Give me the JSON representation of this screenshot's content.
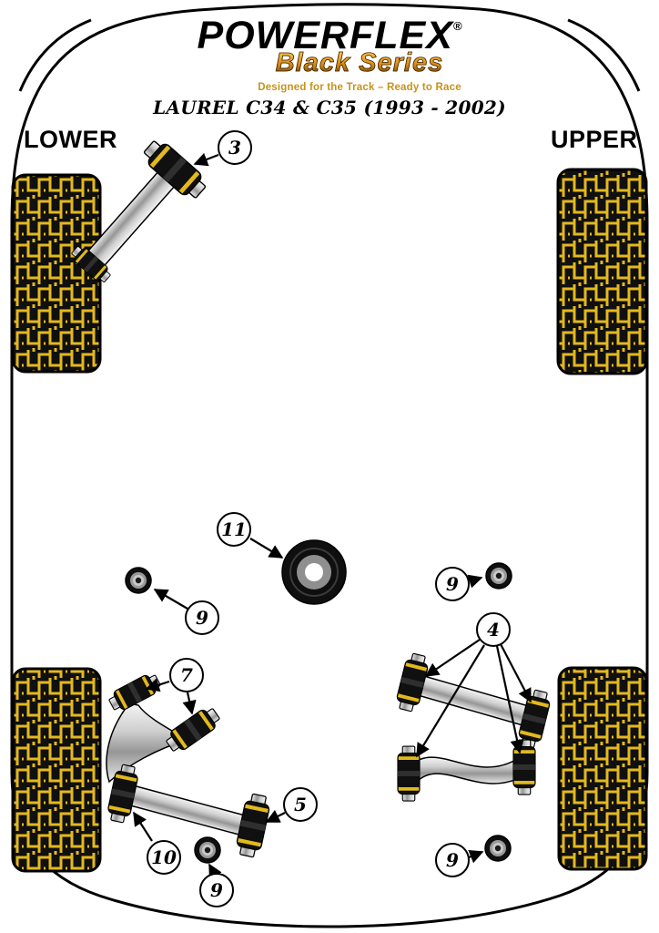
{
  "header": {
    "brand": "POWERFLEX",
    "registered_mark": "®",
    "series": "Black Series",
    "tagline": "Designed for the Track – Ready to Race",
    "model": "LAUREL C34 & C35 (1993 - 2002)"
  },
  "side_labels": {
    "left": "LOWER",
    "right": "UPPER"
  },
  "callouts": [
    {
      "label": "3"
    },
    {
      "label": "11"
    },
    {
      "label": "9"
    },
    {
      "label": "9"
    },
    {
      "label": "7"
    },
    {
      "label": "4"
    },
    {
      "label": "5"
    },
    {
      "label": "10"
    },
    {
      "label": "9"
    },
    {
      "label": "9"
    }
  ],
  "colors": {
    "accent_yellow": "#E3B91C",
    "series_orange": "#D98A12",
    "tagline_gold": "#C6931B",
    "line_black": "#000000"
  }
}
